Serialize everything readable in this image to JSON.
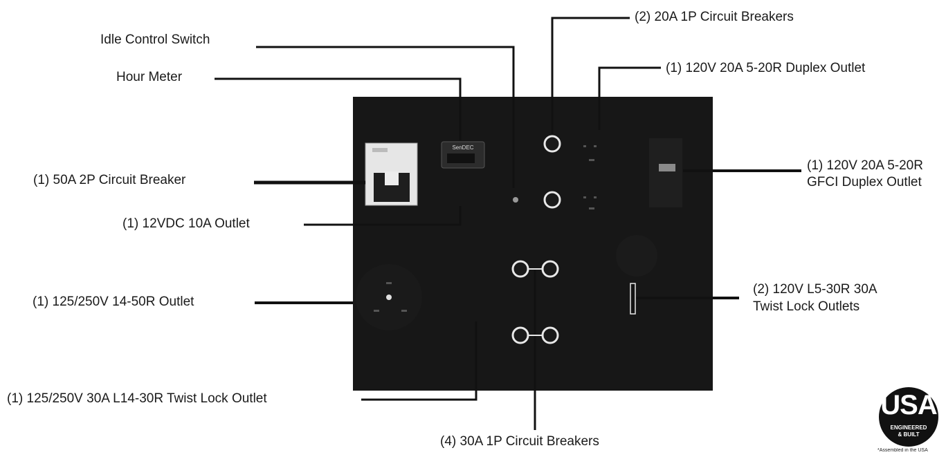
{
  "labels": {
    "idle_control_switch": "Idle Control Switch",
    "hour_meter": "Hour Meter",
    "breaker_50a": "(1) 50A 2P Circuit Breaker",
    "outlet_12vdc": "(1) 12VDC 10A Outlet",
    "outlet_14_50r": "(1) 125/250V 14-50R Outlet",
    "outlet_l14_30r": "(1) 125/250V 30A L14-30R Twist Lock Outlet",
    "breakers_20a": "(2) 20A 1P Circuit Breakers",
    "duplex_5_20r": "(1) 120V 20A 5-20R Duplex Outlet",
    "gfci_line1": "(1) 120V 20A 5-20R",
    "gfci_line2": "GFCI Duplex Outlet",
    "twist_lock_line1": "(2) 120V L5-30R 30A",
    "twist_lock_line2": "Twist Lock Outlets",
    "breakers_30a": "(4) 30A 1P Circuit Breakers"
  },
  "hour_meter_brand": "SenDEC",
  "logo": {
    "text": "USA",
    "line1": "ENGINEERED",
    "line2": "& BUILT",
    "note": "*Assembled in the USA"
  },
  "colors": {
    "panel": "#141414",
    "leader": "#111111",
    "breaker_ring": "#e8e8e8"
  }
}
